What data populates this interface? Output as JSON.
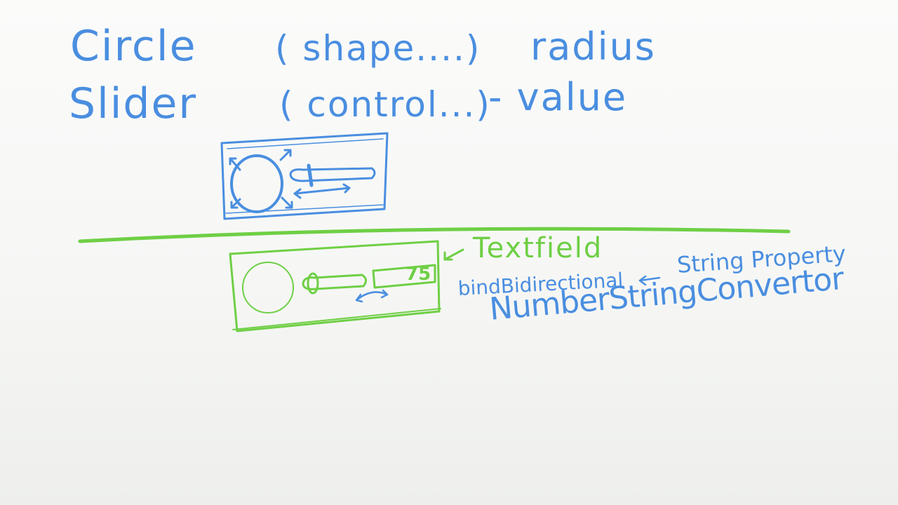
{
  "row1": {
    "name": "Circle",
    "type": "( shape....)",
    "property": "radius"
  },
  "row2": {
    "name": "Slider",
    "type": "( control...)",
    "property": "- value"
  },
  "lower": {
    "textfield_label": "Textfield",
    "textfield_value": "75",
    "bind_text": "bindBidirectional",
    "string_property": "String Property",
    "converter": "NumberStringConvertor"
  },
  "colors": {
    "blue_ink": "#4a8ee0",
    "green_ink": "#6fcf45",
    "board": "#f6f7f5"
  }
}
